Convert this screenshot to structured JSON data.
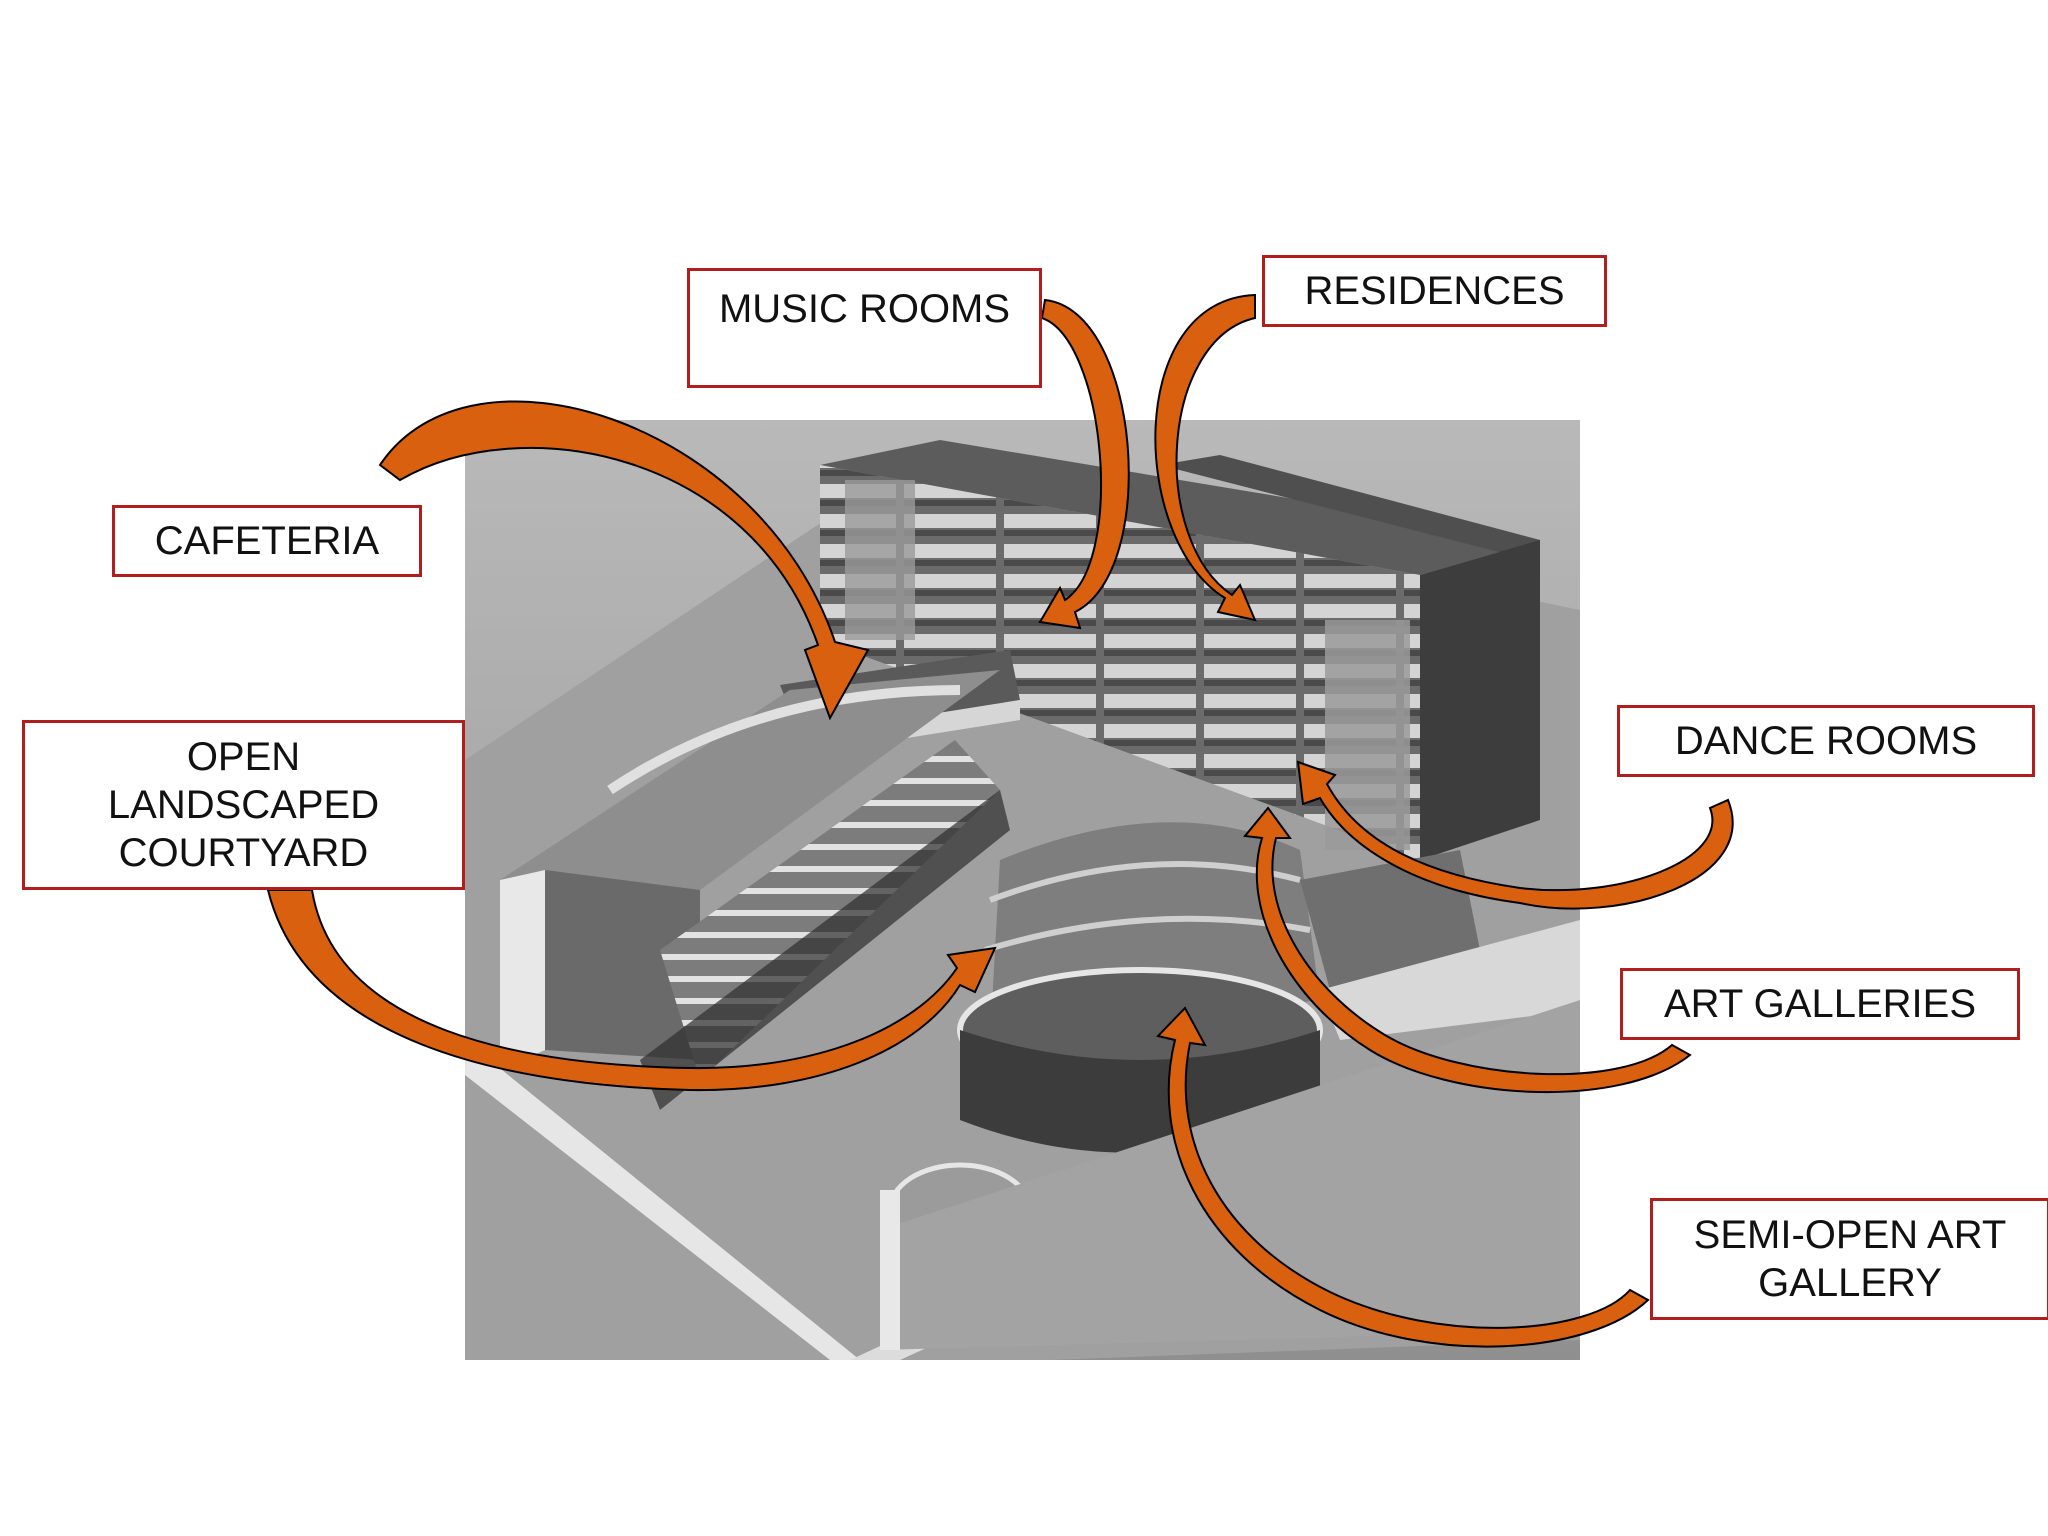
{
  "labels": {
    "music_rooms": "MUSIC ROOMS",
    "residences": "RESIDENCES",
    "cafeteria": "CAFETERIA",
    "open_courtyard": "OPEN\nLANDSCAPED\nCOURTYARD",
    "dance_rooms": "DANCE ROOMS",
    "art_galleries": "ART GALLERIES",
    "semi_open_gallery": "SEMI-OPEN ART\nGALLERY"
  },
  "colors": {
    "box_border": "#b01e1e",
    "arrow_fill": "#d9600f",
    "arrow_outline": "#000000",
    "photo_bg": "#8a8a8a"
  }
}
